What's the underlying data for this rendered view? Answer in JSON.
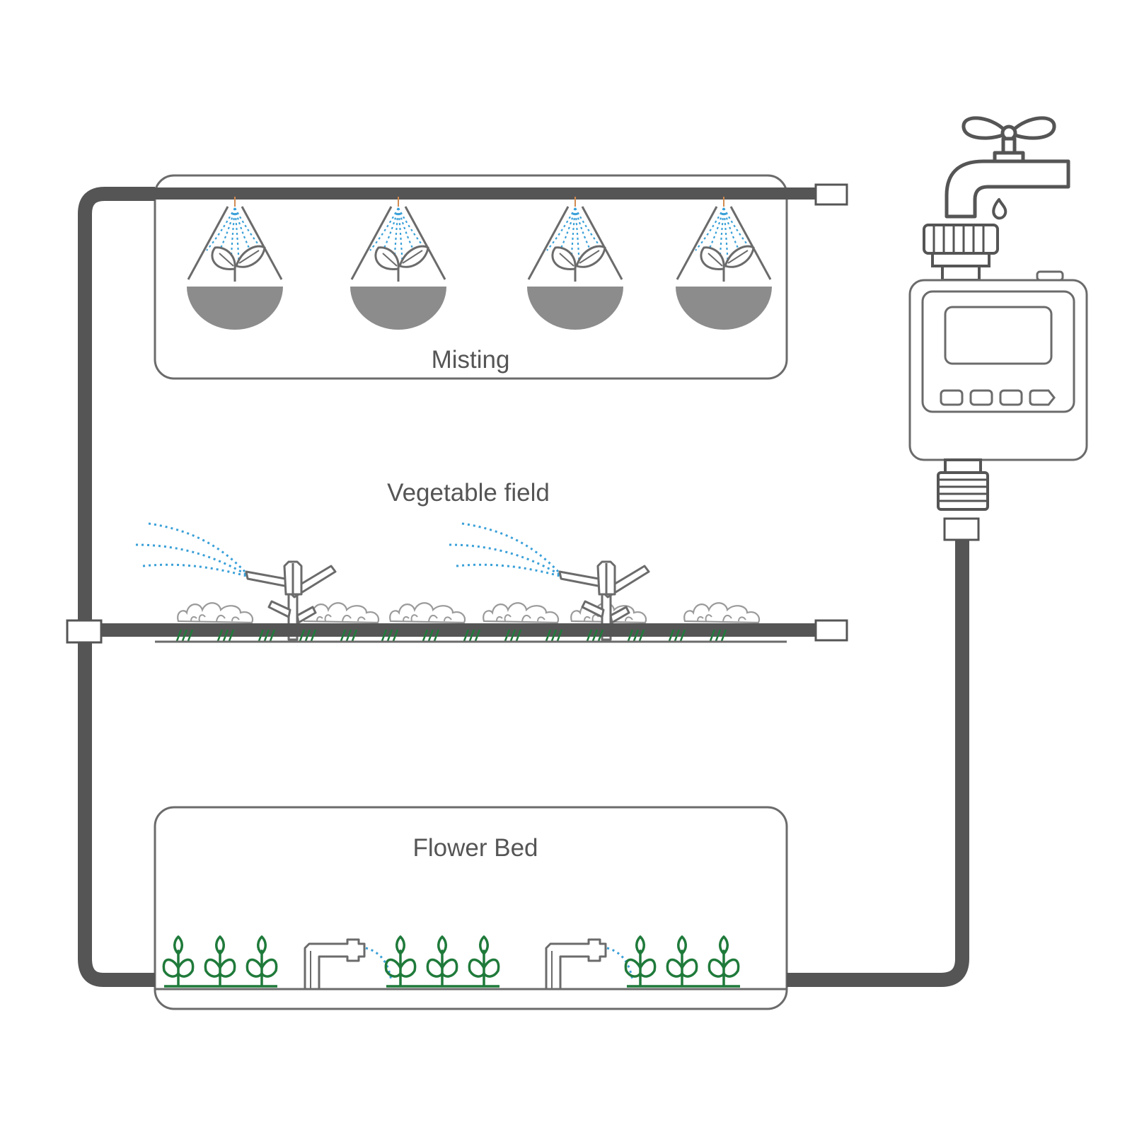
{
  "zones": {
    "misting": {
      "label": "Misting"
    },
    "vegetable": {
      "label": "Vegetable field"
    },
    "flower": {
      "label": "Flower Bed"
    }
  },
  "colors": {
    "pipe": "#555555",
    "outline": "#6b6b6b",
    "soil": "#8c8c8c",
    "water": "#3aa0d8",
    "plant": "#1f7a3a",
    "background": "#ffffff"
  },
  "icons": {
    "faucet": "faucet-icon",
    "timer": "water-timer-icon",
    "mister": "mist-nozzle-icon",
    "sprinkler": "rotary-sprinkler-icon",
    "dripper": "drip-emitter-icon",
    "seedling": "seedling-icon",
    "lettuce": "lettuce-icon"
  }
}
